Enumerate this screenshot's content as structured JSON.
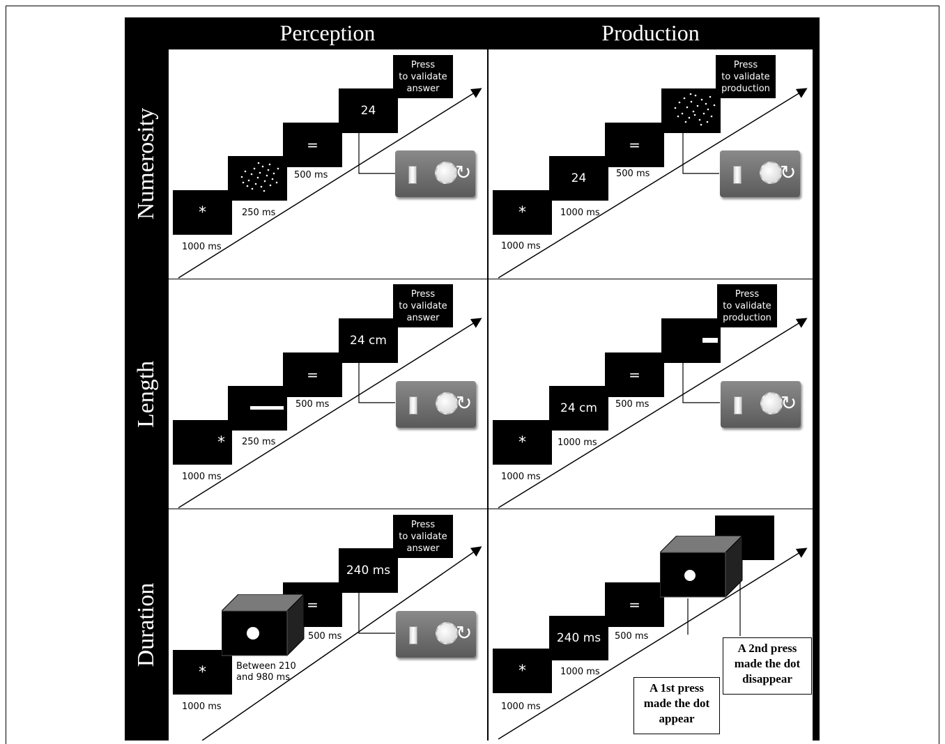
{
  "columns": [
    "Perception",
    "Production"
  ],
  "rows": [
    "Numerosity",
    "Length",
    "Duration"
  ],
  "fixation": "*",
  "equals": "=",
  "press_perception": [
    "Press",
    "to validate",
    "answer"
  ],
  "press_production": [
    "Press",
    "to validate",
    "production"
  ],
  "timings": {
    "t1000": "1000 ms",
    "t250": "250 ms",
    "t500": "500 ms",
    "between_line1": "Between 210",
    "between_line2": "and 980 ms"
  },
  "numerosity": {
    "perception_answer": "24",
    "production_target": "24"
  },
  "length": {
    "perception_answer": "24 cm",
    "production_target": "24 cm"
  },
  "duration": {
    "perception_answer": "240 ms",
    "production_target": "240 ms",
    "note_first": [
      "A 1st press",
      "made the dot",
      "appear"
    ],
    "note_second": [
      "A 2nd press",
      "made the dot",
      "disappear"
    ]
  },
  "icons": [
    "device-icon",
    "rectangle-button-icon",
    "round-button-icon",
    "rotate-arrow-icon"
  ]
}
